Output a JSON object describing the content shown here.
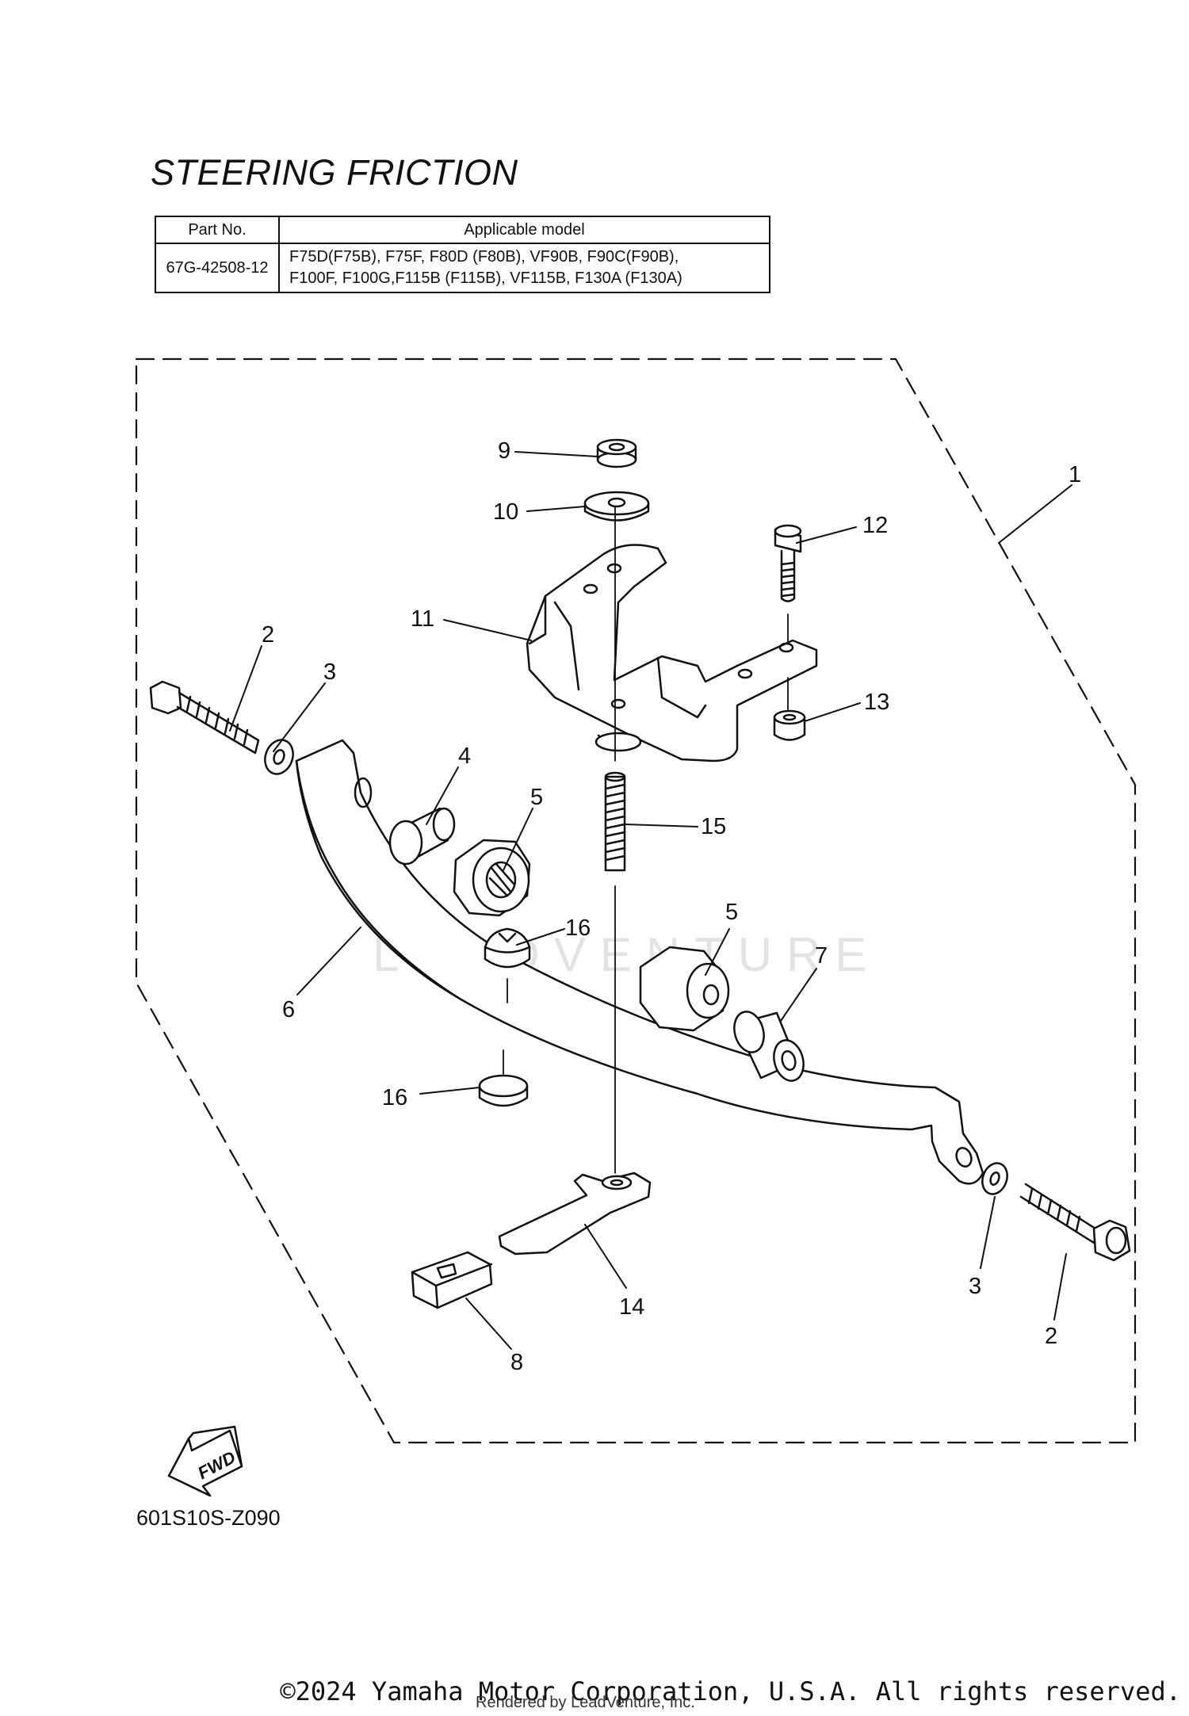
{
  "title": "STEERING FRICTION",
  "table": {
    "headers": [
      "Part No.",
      "Applicable model"
    ],
    "rows": [
      {
        "part_no": "67G-42508-12",
        "models_line1": "F75D(F75B), F75F, F80D (F80B), VF90B, F90C(F90B),",
        "models_line2": "F100F, F100G,F115B (F115B), VF115B, F130A (F130A)"
      }
    ]
  },
  "callouts": {
    "c1": "1",
    "c2a": "2",
    "c2b": "2",
    "c3a": "3",
    "c3b": "3",
    "c4": "4",
    "c5a": "5",
    "c5b": "5",
    "c6": "6",
    "c7": "7",
    "c8": "8",
    "c9": "9",
    "c10": "10",
    "c11": "11",
    "c12": "12",
    "c13": "13",
    "c14": "14",
    "c15": "15",
    "c16a": "16",
    "c16b": "16"
  },
  "fwd_label": "FWD",
  "watermark": "LEADVENTURE",
  "diagram_code": "601S10S-Z090",
  "copyright": "©2024 Yamaha Motor Corporation, U.S.A. All rights reserved.",
  "rendered_by": "Rendered by LeadVenture, Inc."
}
